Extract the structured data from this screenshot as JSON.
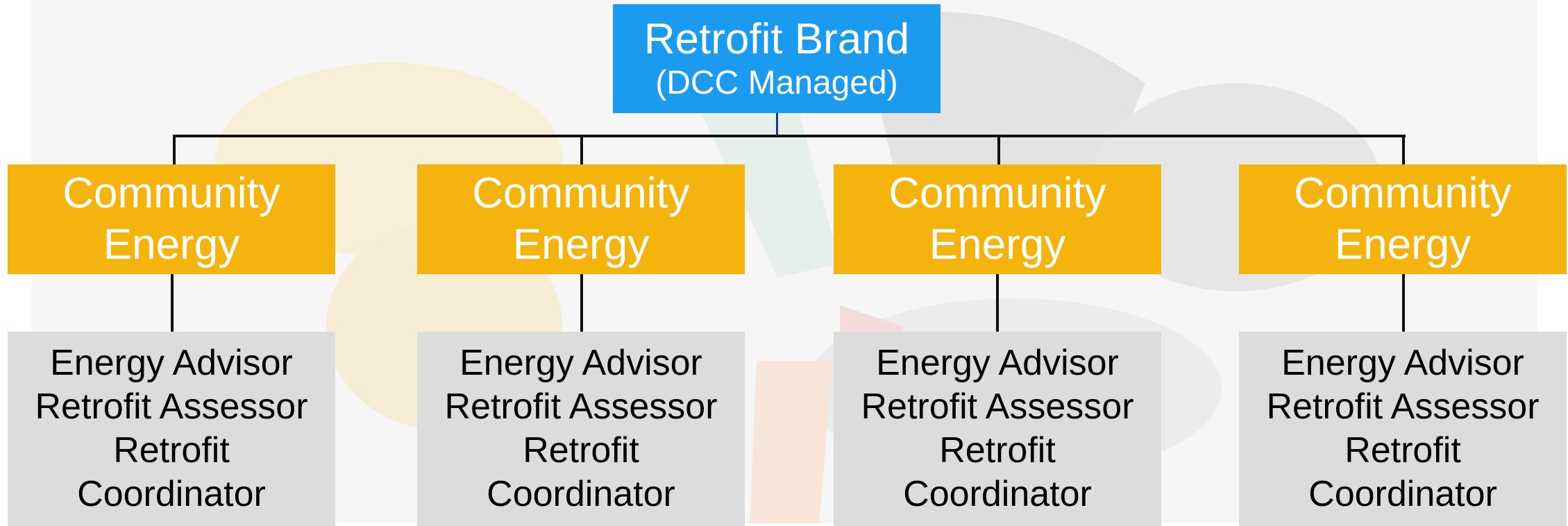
{
  "top_node": {
    "title": "Retrofit Brand",
    "subtitle": "(DCC Managed)"
  },
  "columns": [
    {
      "mid_lines": [
        "Community",
        "Energy"
      ],
      "roles": [
        "Energy Advisor",
        "Retrofit Assessor",
        "Retrofit",
        "Coordinator"
      ]
    },
    {
      "mid_lines": [
        "Community",
        "Energy"
      ],
      "roles": [
        "Energy Advisor",
        "Retrofit Assessor",
        "Retrofit",
        "Coordinator"
      ]
    },
    {
      "mid_lines": [
        "Community",
        "Energy"
      ],
      "roles": [
        "Energy Advisor",
        "Retrofit Assessor",
        "Retrofit",
        "Coordinator"
      ]
    },
    {
      "mid_lines": [
        "Community",
        "Energy"
      ],
      "roles": [
        "Energy Advisor",
        "Retrofit Assessor",
        "Retrofit",
        "Coordinator"
      ]
    }
  ],
  "colors": {
    "top": "#1a9bf0",
    "mid": "#f4b30d",
    "low": "#dcdcdc",
    "connector": "#111111"
  },
  "background_icon": "faint-colorful-logo-watermark"
}
